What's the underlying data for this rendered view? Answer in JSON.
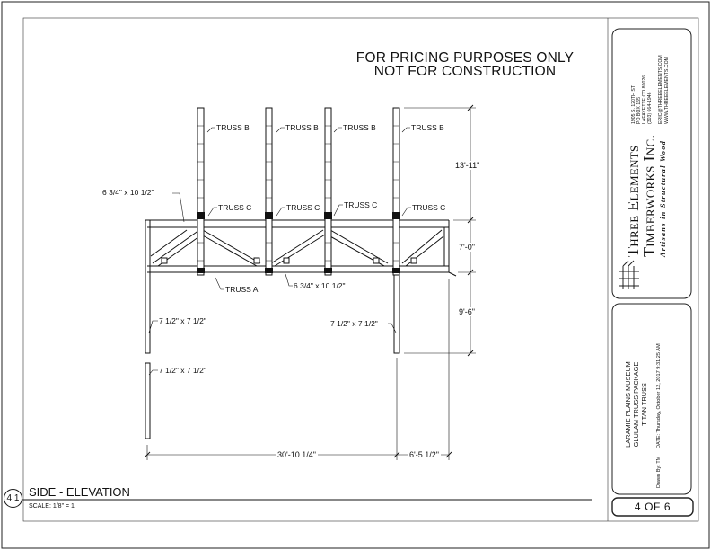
{
  "notice": {
    "line1": "FOR PRICING PURPOSES ONLY",
    "line2": "NOT FOR CONSTRUCTION"
  },
  "labels": {
    "truss_b": "TRUSS B",
    "truss_c": "TRUSS C",
    "truss_a": "TRUSS A",
    "beam_top": "6 3/4\" x 10 1/2\"",
    "beam_mid": "6 3/4\" x 10 1/2\"",
    "post_left_upper": "7 1/2\" x 7 1/2\"",
    "post_left_lower": "7 1/2\" x 7 1/2\"",
    "post_right": "7 1/2\" x 7 1/2\""
  },
  "dimensions": {
    "truss_height": "13'-11\"",
    "beam_depth": "7'-0\"",
    "post_height": "9'-6\"",
    "span_main": "30'-10 1/4\"",
    "span_overhang": "6'-5 1/2\""
  },
  "title_block": {
    "firm_line1": "Three Elements",
    "firm_line2": "Timberworks Inc.",
    "tagline": "Artisans in Structural Wood",
    "address": [
      "1905 S. 120TH ST",
      "PO BOX 155",
      "LAFAYETTE CO 80026",
      "(303) 664-1946"
    ],
    "email": "ERIC@THREEELEMENTS.COM",
    "web": "WWW.THREEELEMENTS.COM",
    "project": [
      "LARAMIE PLAINS MUSEUM",
      "GLULAM TRUSS PACKAGE",
      "TITAN TRUSS"
    ],
    "drawn_by": "Drawn By: TM",
    "date": "DATE: Thursday, October 12, 2017 9:31:25 AM",
    "sheet": "4 OF 6"
  },
  "view": {
    "number": "4.1",
    "title": "SIDE - ELEVATION",
    "scale": "SCALE: 1/8\" = 1'"
  }
}
